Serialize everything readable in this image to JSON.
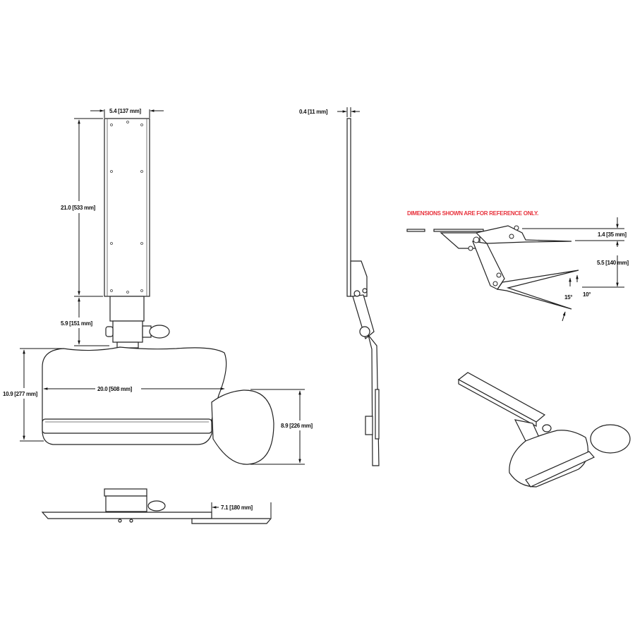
{
  "front_view": {
    "width_label": "5.4 [137 mm]",
    "rail_length_label": "21.0 [533 mm]",
    "mechanism_label": "5.9 [151 mm]",
    "tray_depth_label": "10.9 [277 mm]",
    "tray_width_label": "20.0 [508 mm]",
    "mouse_pad_label": "8.9 [226 mm]"
  },
  "bottom_view": {
    "mouse_offset_label": "7.1 [180 mm]"
  },
  "side_view": {
    "thickness_label": "0.4 [11 mm]"
  },
  "articulation_view": {
    "note": "DIMENSIONS SHOWN ARE FOR REFERENCE ONLY.",
    "top_height_label": "1.4 [35 mm]",
    "drop_label": "5.5 [140 mm]",
    "tilt_up_label": "10°",
    "tilt_down_label": "15°",
    "note_color": "#e8323c"
  }
}
